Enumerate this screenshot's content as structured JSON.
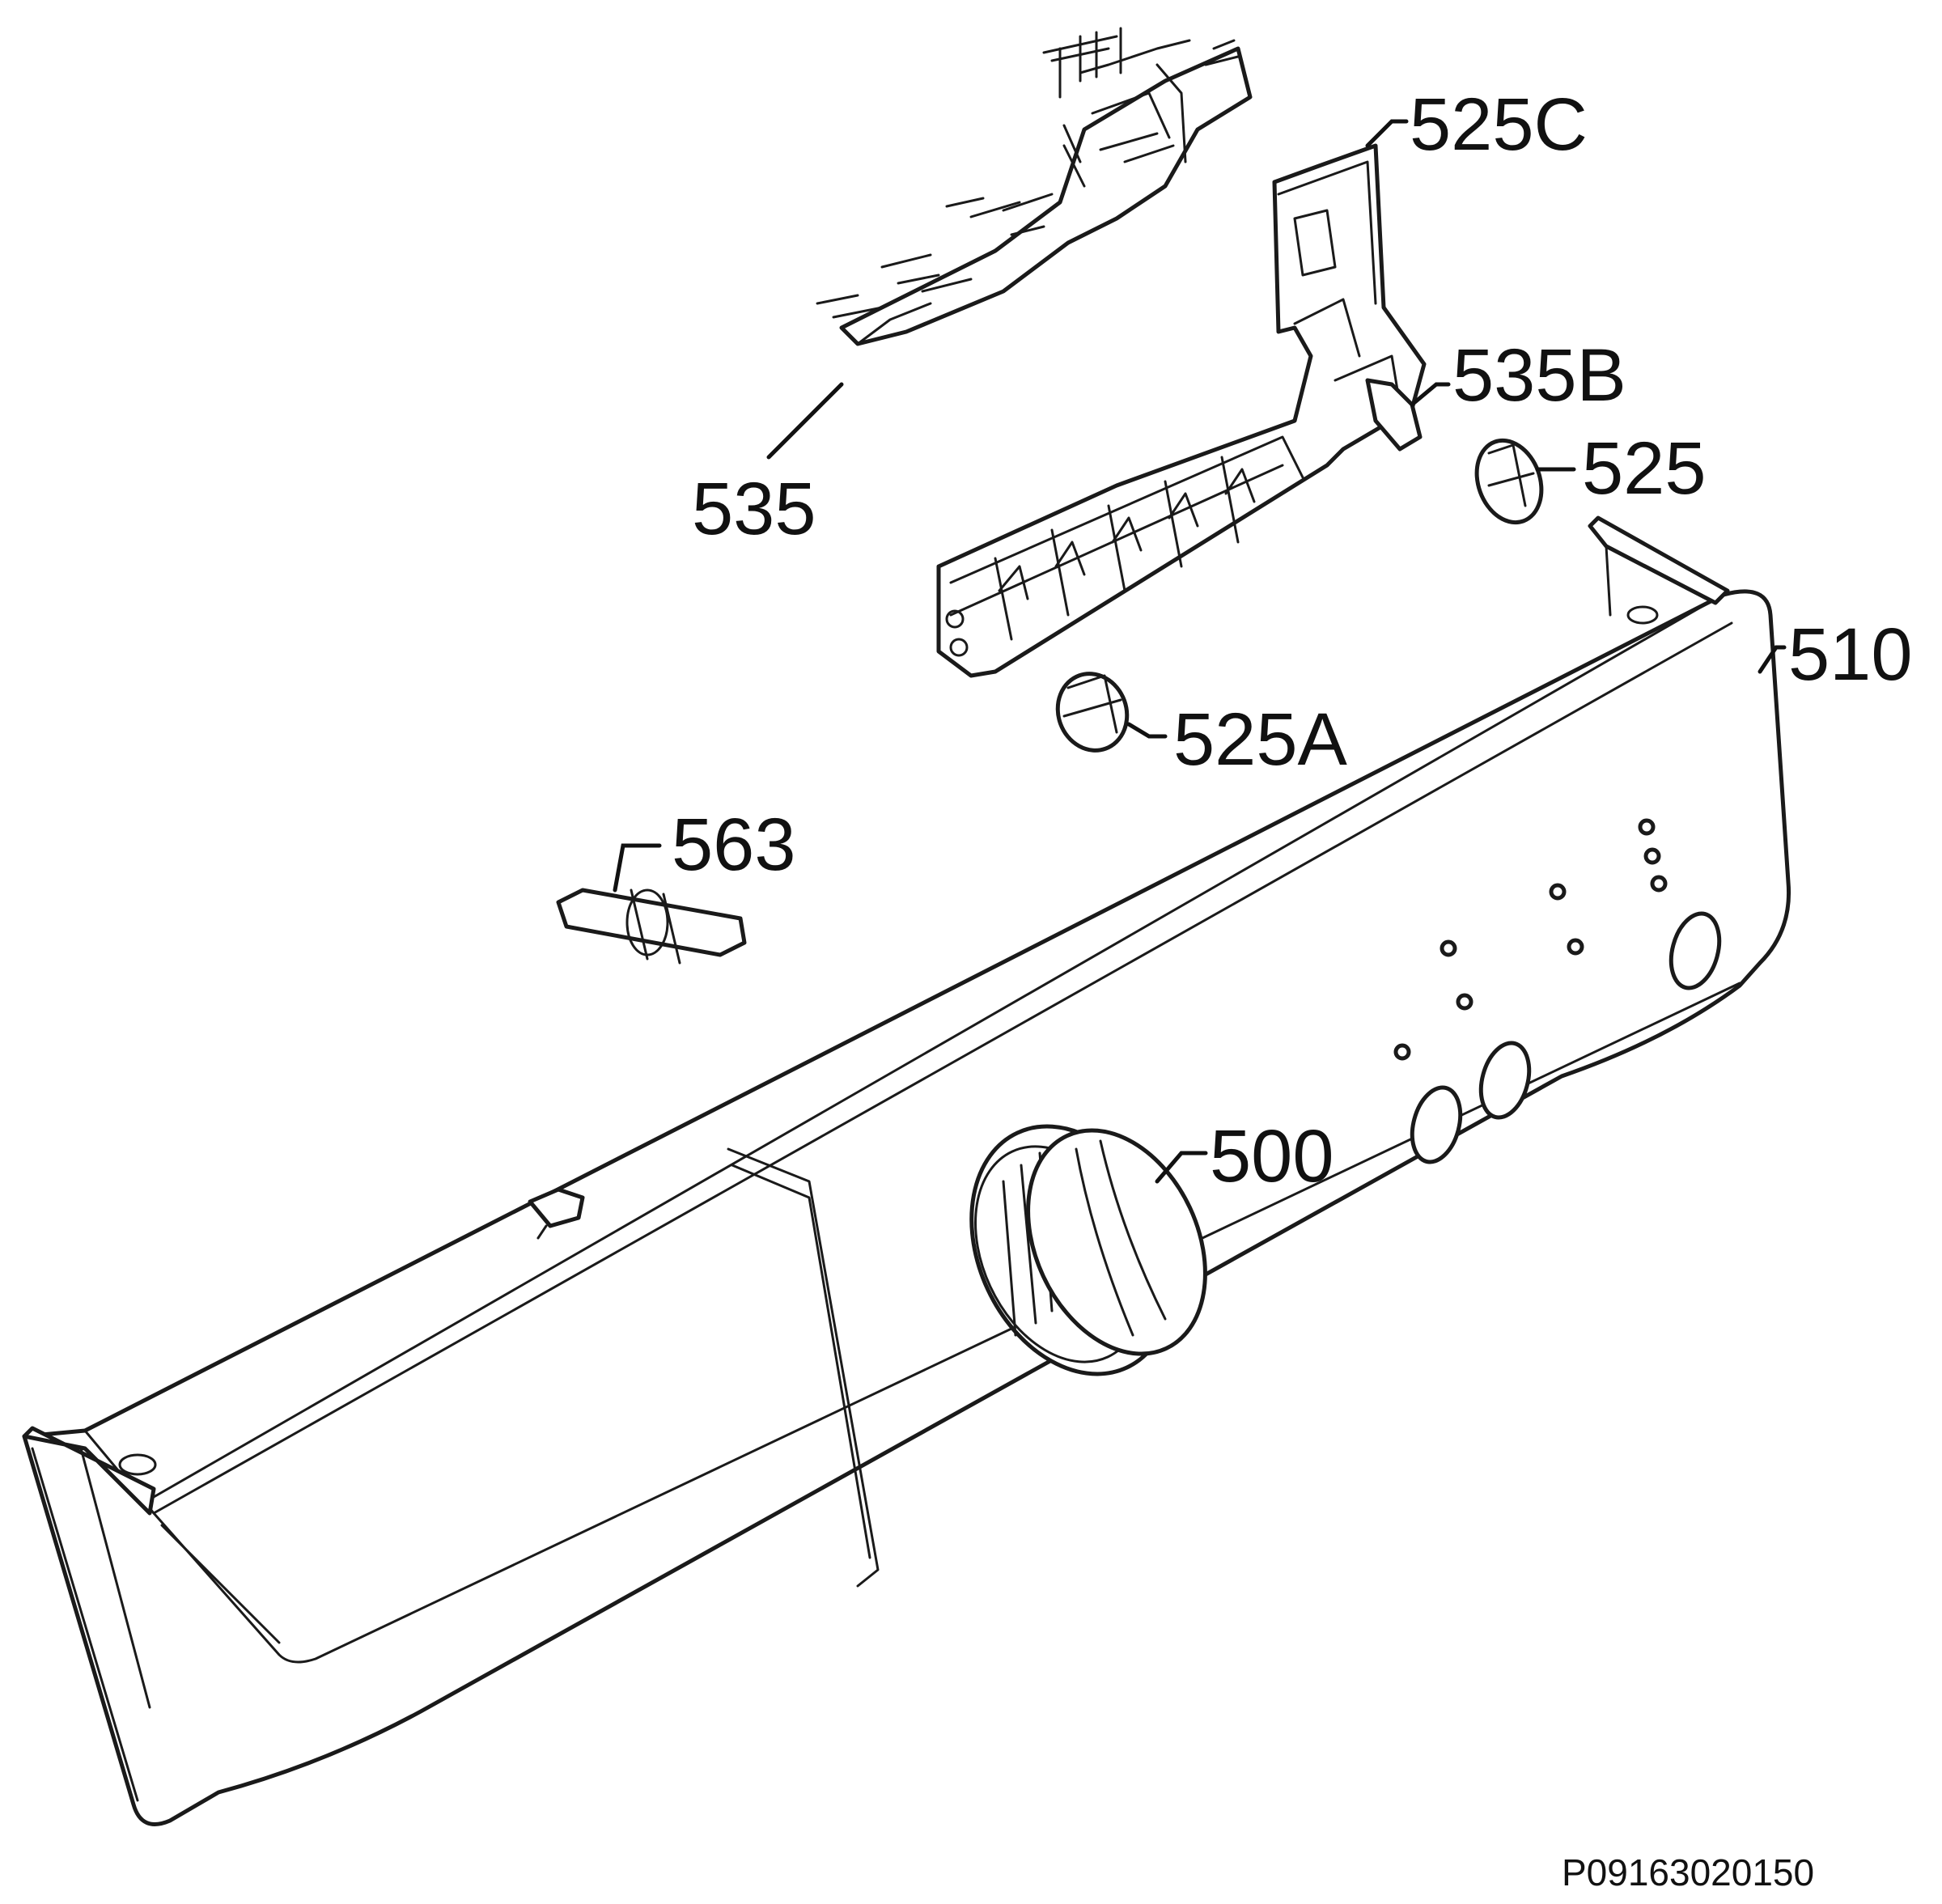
{
  "callouts": {
    "c_525c": "525C",
    "c_535": "535",
    "c_535b": "535B",
    "c_525": "525",
    "c_510": "510",
    "c_525a": "525A",
    "c_563": "563",
    "c_500": "500"
  },
  "reference_code": "P09163020150"
}
